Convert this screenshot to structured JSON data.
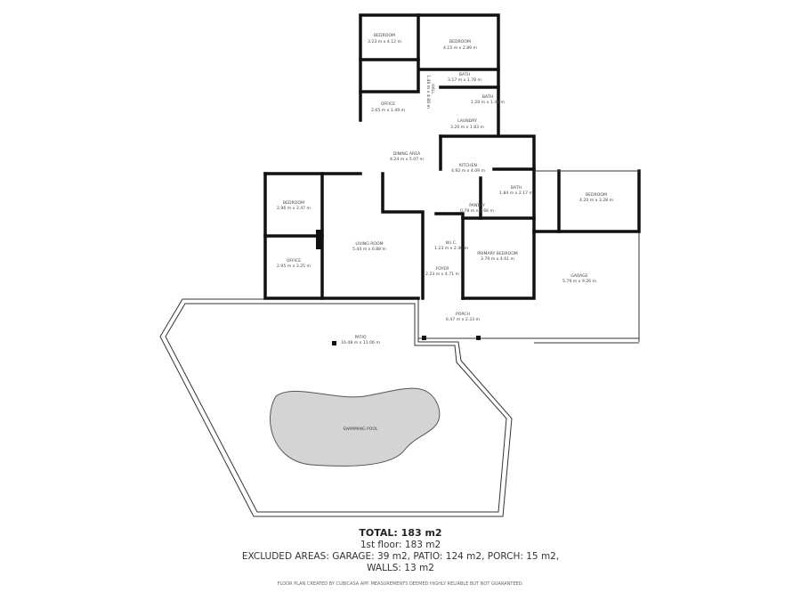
{
  "rooms": [
    {
      "name": "BEDROOM",
      "size": "3.23 m x 4.12 m"
    },
    {
      "name": "BEDROOM",
      "size": "4.15 m x 2.89 m"
    },
    {
      "name": "BATH",
      "size": "3.17 m x 1.78 m"
    },
    {
      "name": "BATH",
      "size": "1.20 m x 1.48 m"
    },
    {
      "name": "HALL",
      "size": "1.46 m x 4.88 m"
    },
    {
      "name": "OFFICE",
      "size": "2.65 m x 1.49 m"
    },
    {
      "name": "LAUNDRY",
      "size": "3.20 m x 1.83 m"
    },
    {
      "name": "DINING AREA",
      "size": "4.24 m x 5.07 m"
    },
    {
      "name": "KITCHEN",
      "size": "4.92 m x 4.09 m"
    },
    {
      "name": "BATH",
      "size": "1.84 m x 2.17 m"
    },
    {
      "name": "PANTRY",
      "size": "0.78 m x 0.66 m"
    },
    {
      "name": "BEDROOM",
      "size": "2.96 m x 3.47 m"
    },
    {
      "name": "OFFICE",
      "size": "2.95 m x 3.25 m"
    },
    {
      "name": "LIVING ROOM",
      "size": "5.44 m x 6.88 m"
    },
    {
      "name": "W.I.C.",
      "size": "1.23 m x 2.46 m"
    },
    {
      "name": "PRIMARY BEDROOM",
      "size": "3.70 m x 4.61 m"
    },
    {
      "name": "FOYER",
      "size": "2.23 m x 4.71 m"
    },
    {
      "name": "BEDROOM",
      "size": "4.20 m x 3.28 m"
    },
    {
      "name": "GARAGE",
      "size": "5.79 m x 9.26 m"
    },
    {
      "name": "PORCH",
      "size": "6.47 m x 2.33 m"
    },
    {
      "name": "PATIO",
      "size": "16.48 m x 11.06 m"
    },
    {
      "name": "SWIMMING POOL",
      "size": ""
    }
  ],
  "summary": {
    "total": "TOTAL: 183 m2",
    "floor": "1st floor: 183 m2",
    "excluded": "EXCLUDED AREAS: GARAGE: 39 m2, PATIO: 124 m2, PORCH: 15 m2,",
    "walls": "WALLS: 13 m2",
    "credit": "FLOOR PLAN CREATED BY CUBICASA APP. MEASUREMENTS DEEMED HIGHLY RELIABLE BUT NOT GUARANTEED."
  }
}
